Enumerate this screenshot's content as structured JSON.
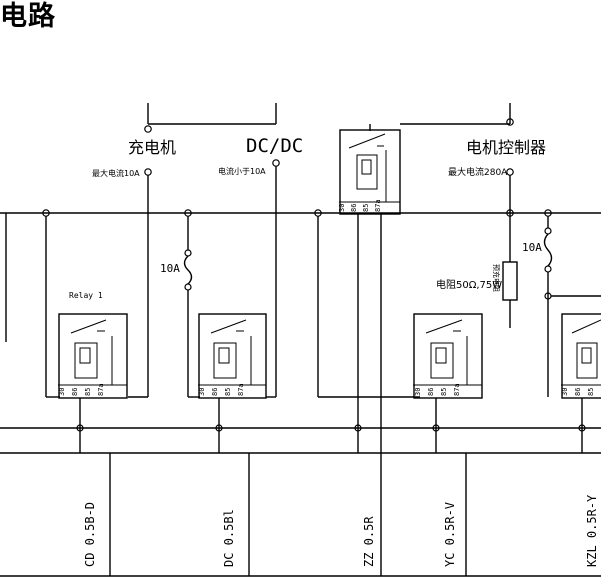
{
  "title": "电路",
  "labels": {
    "charger": "充电机",
    "dcdc": "DC/DC",
    "motor_ctrl": "电机控制器",
    "charger_current": "最大电流10A",
    "dcdc_current": "电流小于10A",
    "motor_current": "最大电流280A",
    "fuse_left": "10A",
    "fuse_right": "10A",
    "resistor_spec": "电阻50Ω,75W",
    "resistor_name": "预充电阻",
    "relay1": "Relay 1"
  },
  "relay_pins": [
    "30",
    "86",
    "85",
    "87a"
  ],
  "wires": [
    "CD 0.5B-D",
    "DC 0.5Bl",
    "ZZ 0.5R",
    "YC 0.5R-V",
    "KZL 0.5R-Y"
  ]
}
